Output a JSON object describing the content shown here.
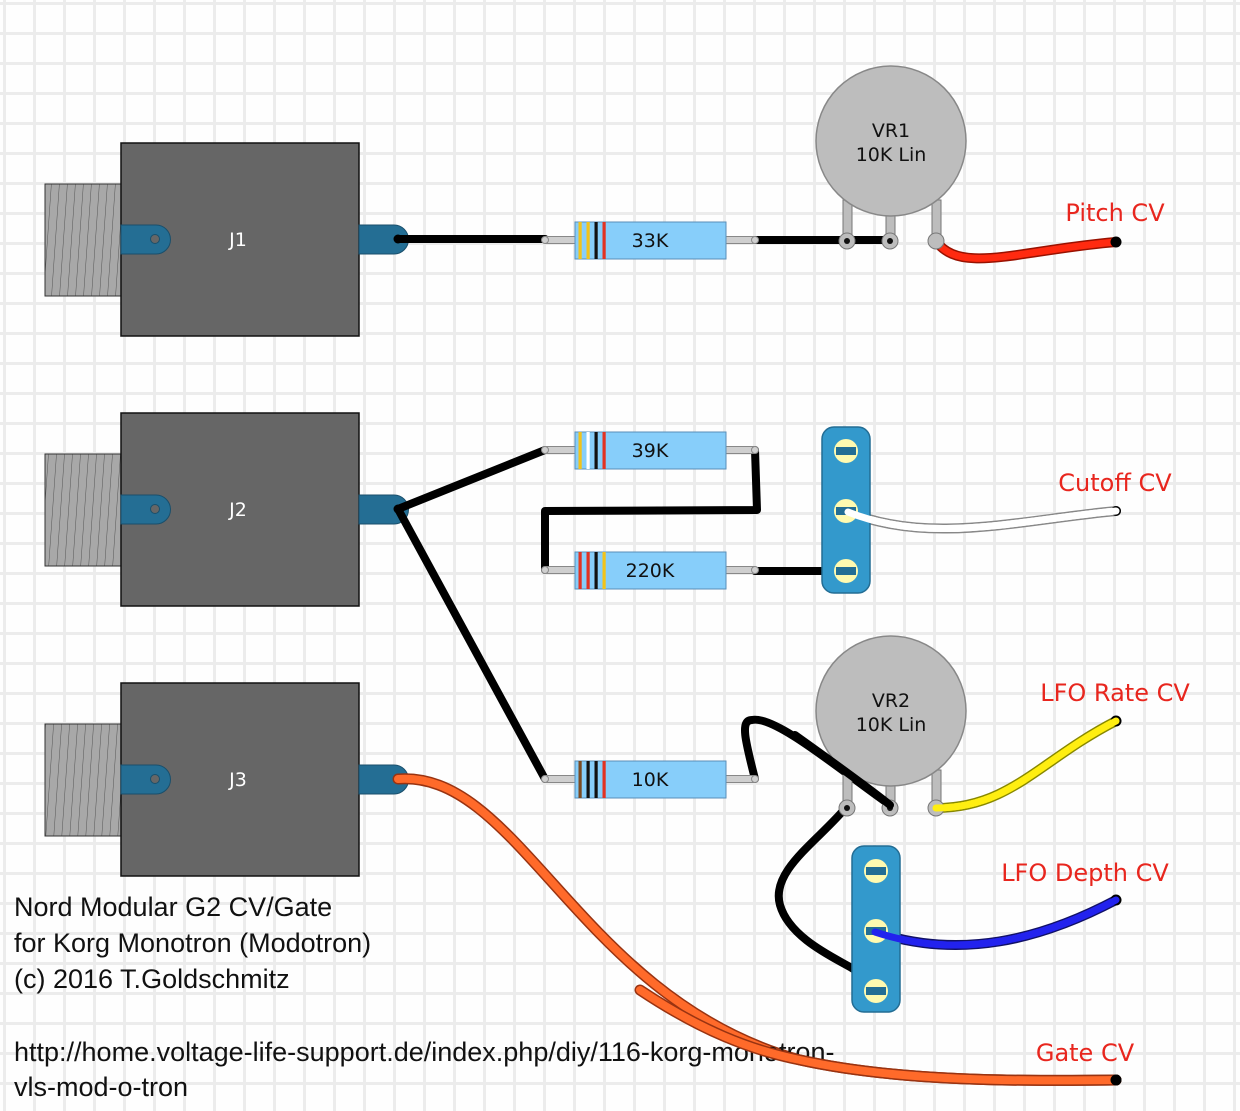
{
  "title_block": {
    "line1": "Nord Modular G2 CV/Gate",
    "line2": "for Korg Monotron (Modotron)",
    "line3": "(c) 2016 T.Goldschmitz",
    "url_line1": "http://home.voltage-life-support.de/index.php/diy/116-korg-monotron-",
    "url_line2": "vls-mod-o-tron"
  },
  "jacks": [
    {
      "id": "J1",
      "label": "J1"
    },
    {
      "id": "J2",
      "label": "J2"
    },
    {
      "id": "J3",
      "label": "J3"
    }
  ],
  "resistors": [
    {
      "id": "R-33K",
      "label": "33K",
      "bands": [
        "#f2c31a",
        "#f2c31a",
        "#111111",
        "#e23222"
      ]
    },
    {
      "id": "R-39K",
      "label": "39K",
      "bands": [
        "#f2c31a",
        "#ffffff",
        "#111111",
        "#e23222"
      ]
    },
    {
      "id": "R-220K",
      "label": "220K",
      "bands": [
        "#e23222",
        "#e23222",
        "#111111",
        "#f2c31a"
      ]
    },
    {
      "id": "R-10K",
      "label": "10K",
      "bands": [
        "#7a4a22",
        "#111111",
        "#111111",
        "#e23222"
      ]
    }
  ],
  "potentiometers": [
    {
      "id": "VR1",
      "name": "VR1",
      "value": "10K Lin"
    },
    {
      "id": "VR2",
      "name": "VR2",
      "value": "10K Lin"
    }
  ],
  "trimmers": [
    {
      "id": "TR1"
    },
    {
      "id": "TR2"
    }
  ],
  "outputs": [
    {
      "id": "pitch",
      "label": "Pitch CV",
      "wire_color": "#ff2a10"
    },
    {
      "id": "cutoff",
      "label": "Cutoff CV",
      "wire_color": "#ffffff"
    },
    {
      "id": "lfo-rate",
      "label": "LFO Rate CV",
      "wire_color": "#ffee11"
    },
    {
      "id": "lfo-depth",
      "label": "LFO Depth CV",
      "wire_color": "#2222ee"
    },
    {
      "id": "gate",
      "label": "Gate CV",
      "wire_color": "#ff6a2a"
    }
  ],
  "colors": {
    "jack_body": "#666666",
    "jack_thread": "#a8a8a8",
    "lug": "#246e94",
    "resistor_body": "#87cefa",
    "pot_body": "#bdbdbd",
    "trimmer_body": "#3399cc",
    "trimmer_screw": "#fffab0",
    "label_red": "#e8261e"
  }
}
